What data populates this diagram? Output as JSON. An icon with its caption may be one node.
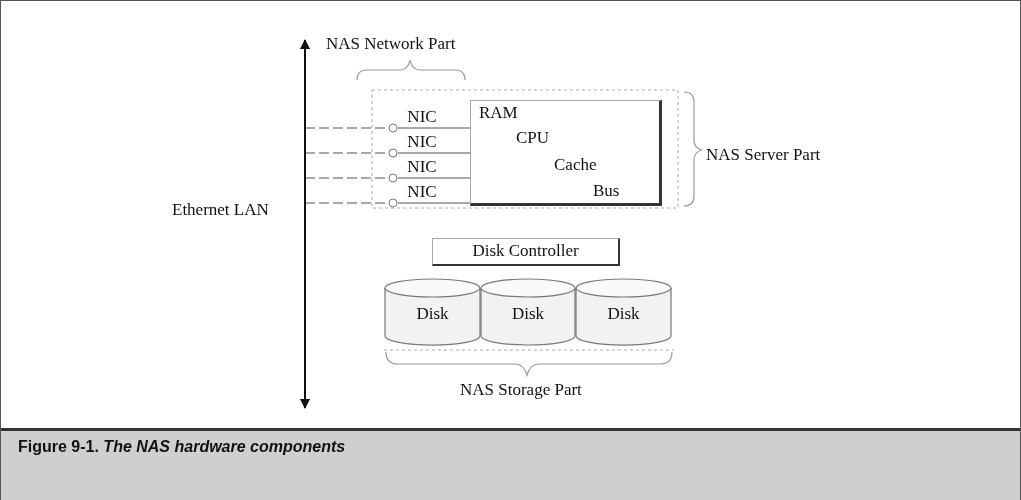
{
  "diagram": {
    "caption": "Figure 9-1. *The NAS hardware components*",
    "nodes": [
      {
        "text": [
          "Ethernet LAN"
        ]
      },
      {
        "text": [
          "NIC"
        ]
      },
      {
        "text": [
          "NIC"
        ]
      },
      {
        "text": [
          "NIC"
        ]
      },
      {
        "text": [
          "NIC"
        ]
      },
      {
        "text": [
          "RAM",
          "CPU",
          "Cache",
          "Bus"
        ]
      },
      {
        "text": [
          "Disk Controller"
        ]
      },
      {
        "text": [
          "Disk"
        ]
      },
      {
        "text": [
          "Disk"
        ]
      },
      {
        "text": [
          "Disk"
        ]
      }
    ],
    "edges": [
      {
        "from": 0,
        "to": 1,
        "arrow": "other",
        "style": "dashed"
      },
      {
        "from": 0,
        "to": 2,
        "arrow": "other",
        "style": "dashed"
      },
      {
        "from": 0,
        "to": 3,
        "arrow": "other",
        "style": "dashed"
      },
      {
        "from": 0,
        "to": 4,
        "arrow": "other",
        "style": "dashed"
      },
      {
        "from": 1,
        "to": 5,
        "arrow": "none"
      },
      {
        "from": 2,
        "to": 5,
        "arrow": "none"
      },
      {
        "from": 3,
        "to": 5,
        "arrow": "none"
      },
      {
        "from": 4,
        "to": 5,
        "arrow": "none"
      }
    ],
    "labels": [
      "NAS Network Part",
      "NAS Server Part",
      "NAS Storage Part"
    ]
  }
}
